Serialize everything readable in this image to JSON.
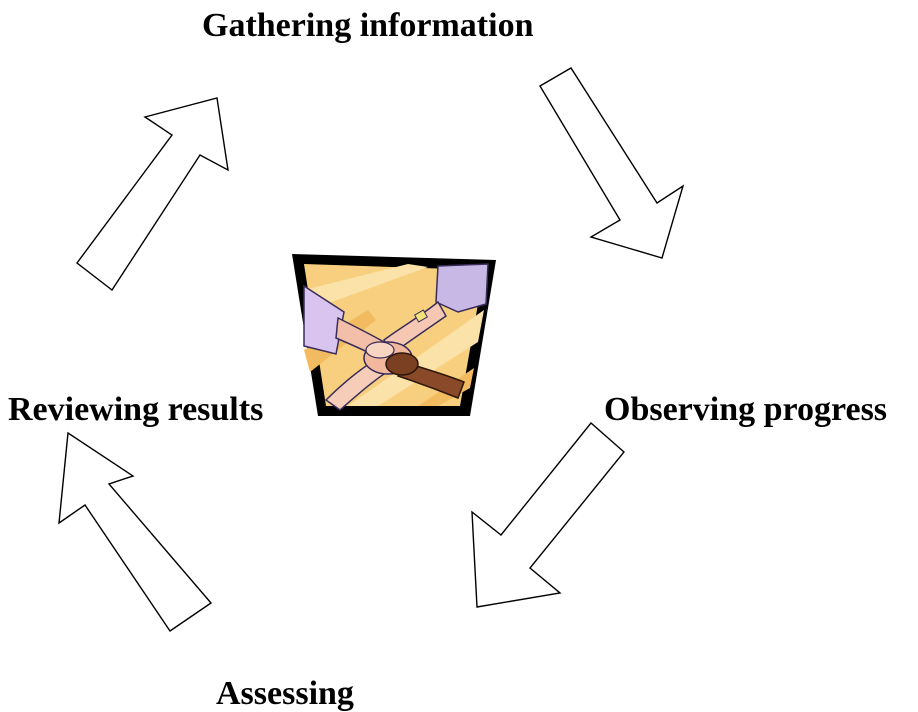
{
  "cycle": {
    "steps": [
      {
        "label": "Gathering information"
      },
      {
        "label": "Observing progress"
      },
      {
        "label": "Assessing"
      },
      {
        "label": "Reviewing results"
      }
    ]
  },
  "center_image": {
    "icon": "hands-teamwork-icon"
  },
  "colors": {
    "text": "#000000",
    "arrow_fill": "#ffffff",
    "arrow_stroke": "#000000",
    "frame": "#000000",
    "clipart_background": "#f7cf7f"
  }
}
